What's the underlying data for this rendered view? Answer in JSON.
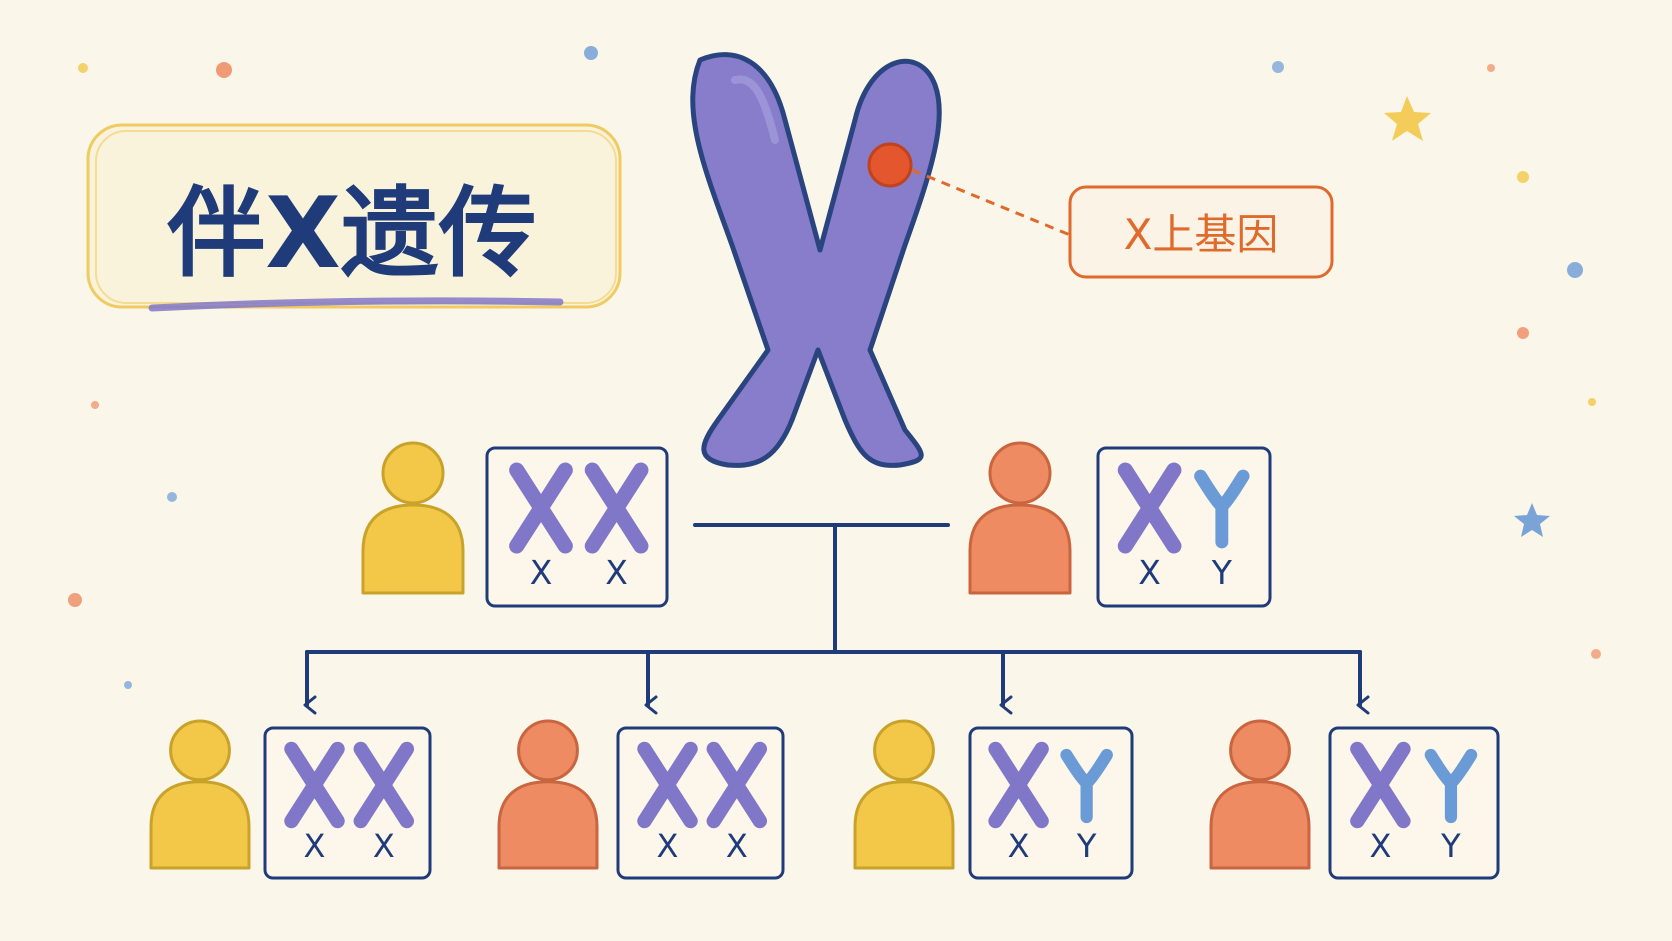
{
  "title": {
    "text": "伴X遗传"
  },
  "gene_label": {
    "text": "X上基因"
  },
  "colors": {
    "background": "#faf6ea",
    "navy": "#1f3b7a",
    "chrom_x": "#8177c9",
    "chrom_y": "#6b9bd6",
    "female_person": "#f3c849",
    "male_person": "#ee8b62",
    "gene_dot": "#e4572e",
    "callout": "#e06a2b",
    "title_frame": "#f0c95a"
  },
  "parents": [
    {
      "sex": "female",
      "chromosomes": [
        "X",
        "X"
      ]
    },
    {
      "sex": "male",
      "chromosomes": [
        "X",
        "Y"
      ]
    }
  ],
  "children": [
    {
      "sex": "female",
      "chromosomes": [
        "X",
        "X"
      ]
    },
    {
      "sex": "male",
      "chromosomes": [
        "X",
        "X"
      ]
    },
    {
      "sex": "female",
      "chromosomes": [
        "X",
        "Y"
      ]
    },
    {
      "sex": "male",
      "chromosomes": [
        "X",
        "Y"
      ]
    }
  ]
}
